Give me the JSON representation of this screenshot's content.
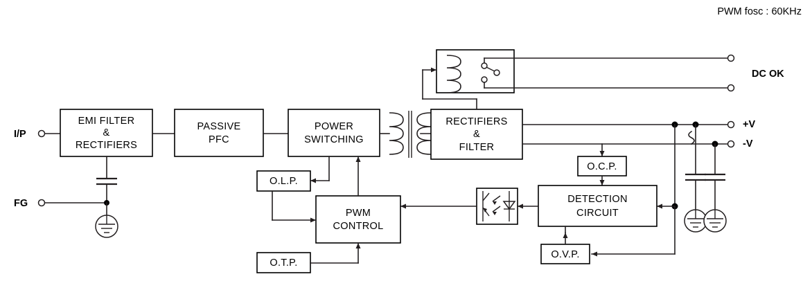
{
  "diagram": {
    "title_note": "PWM fosc : 60KHz",
    "blocks": [
      {
        "id": "emi",
        "label_lines": [
          "EMI FILTER",
          "&",
          "RECTIFIERS"
        ]
      },
      {
        "id": "pfc",
        "label_lines": [
          "PASSIVE",
          "PFC"
        ]
      },
      {
        "id": "power_sw",
        "label_lines": [
          "POWER",
          "SWITCHING"
        ]
      },
      {
        "id": "rect_filt",
        "label_lines": [
          "RECTIFIERS",
          "&",
          "FILTER"
        ]
      },
      {
        "id": "olp",
        "label_lines": [
          "O.L.P."
        ]
      },
      {
        "id": "otp",
        "label_lines": [
          "O.T.P."
        ]
      },
      {
        "id": "pwm",
        "label_lines": [
          "PWM",
          "CONTROL"
        ]
      },
      {
        "id": "ocp",
        "label_lines": [
          "O.C.P."
        ]
      },
      {
        "id": "ovp",
        "label_lines": [
          "O.V.P."
        ]
      },
      {
        "id": "detection",
        "label_lines": [
          "DETECTION",
          "CIRCUIT"
        ]
      },
      {
        "id": "relay",
        "label_lines": []
      },
      {
        "id": "optocoupler",
        "label_lines": []
      }
    ],
    "ports": {
      "input_ac": "I/P",
      "frame_ground": "FG",
      "dc_ok": "DC OK",
      "out_positive": "+V",
      "out_negative": "-V"
    },
    "labels": {
      "emi_line1": "EMI FILTER",
      "emi_line2": "&",
      "emi_line3": "RECTIFIERS",
      "pfc_line1": "PASSIVE",
      "pfc_line2": "PFC",
      "power_line1": "POWER",
      "power_line2": "SWITCHING",
      "rect_line1": "RECTIFIERS",
      "rect_line2": "&",
      "rect_line3": "FILTER",
      "olp": "O.L.P.",
      "otp": "O.T.P.",
      "pwm_line1": "PWM",
      "pwm_line2": "CONTROL",
      "ocp": "O.C.P.",
      "ovp": "O.V.P.",
      "det_line1": "DETECTION",
      "det_line2": "CIRCUIT"
    },
    "colors": {
      "line": "#231f20",
      "text": "#000000",
      "background": "#ffffff"
    }
  }
}
